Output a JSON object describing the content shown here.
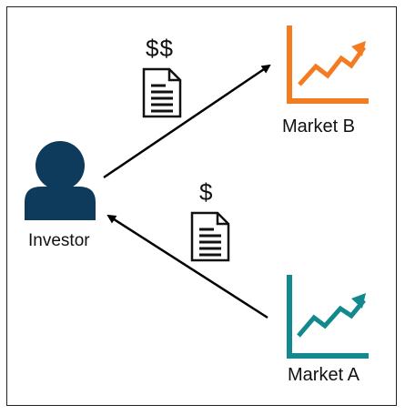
{
  "investor": {
    "label": "Investor"
  },
  "market_b": {
    "label": "Market B",
    "color": "#f47b20"
  },
  "market_a": {
    "label": "Market A",
    "color": "#11898f"
  },
  "flow_to_market_b": {
    "money_label": "$$",
    "icon": "document-icon"
  },
  "flow_from_market_a": {
    "money_label": "$",
    "icon": "document-icon"
  },
  "colors": {
    "investor": "#0e3a5c",
    "arrow": "#000000",
    "frame": "#222222"
  }
}
